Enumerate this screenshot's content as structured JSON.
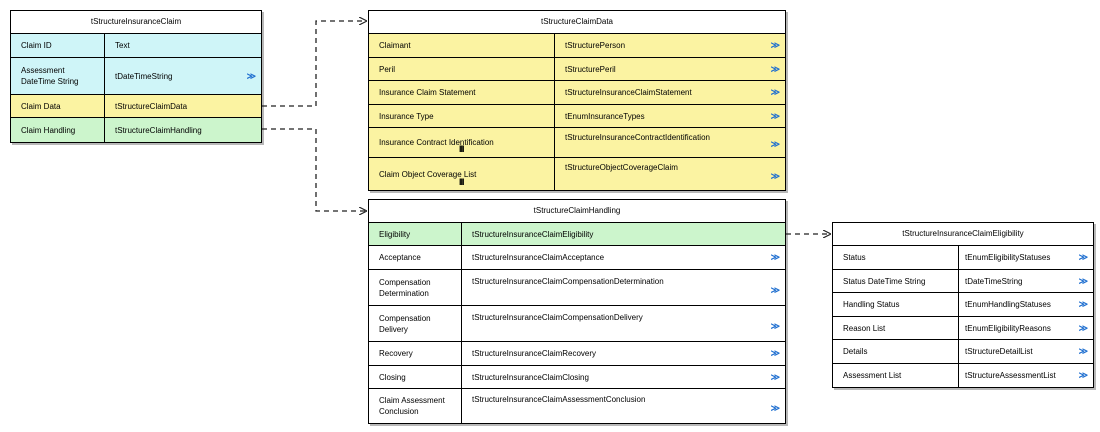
{
  "connector_color": "#222222",
  "colors": {
    "cyan": "#cff5f8",
    "yellow": "#fbf3a2",
    "green": "#ccf5cc",
    "expand": "#1f6fd0"
  },
  "boxes": {
    "insurance_claim": {
      "title": "tStructureInsuranceClaim",
      "rows": [
        {
          "name": "Claim ID",
          "type": "Text",
          "expand": ""
        },
        {
          "name": "Assessment DateTime String",
          "type": "tDateTimeString",
          "expand": "≫"
        },
        {
          "name": "Claim Data",
          "type": "tStructureClaimData",
          "expand": ""
        },
        {
          "name": "Claim Handling",
          "type": "tStructureClaimHandling",
          "expand": ""
        }
      ]
    },
    "claim_data": {
      "title": "tStructureClaimData",
      "rows": [
        {
          "name": "Claimant",
          "type": "tStructurePerson",
          "expand": "≫"
        },
        {
          "name": "Peril",
          "type": "tStructurePeril",
          "expand": "≫"
        },
        {
          "name": "Insurance Claim Statement",
          "type": "tStructureInsuranceClaimStatement",
          "expand": "≫"
        },
        {
          "name": "Insurance Type",
          "type": "tEnumInsuranceTypes",
          "expand": "≫"
        },
        {
          "name": "Insurance Contract Identification",
          "type": "tStructureInsuranceContractIdentification",
          "expand": "≫",
          "multiplicity": "III"
        },
        {
          "name": "Claim Object Coverage List",
          "type": "tStructureObjectCoverageClaim",
          "expand": "≫",
          "multiplicity": "III"
        }
      ]
    },
    "claim_handling": {
      "title": "tStructureClaimHandling",
      "rows": [
        {
          "name": "Eligibility",
          "type": "tStructureInsuranceClaimEligibility",
          "expand": ""
        },
        {
          "name": "Acceptance",
          "type": "tStructureInsuranceClaimAcceptance",
          "expand": "≫"
        },
        {
          "name": "Compensation Determination",
          "type": "tStructureInsuranceClaimCompensationDetermination",
          "expand": "≫"
        },
        {
          "name": "Compensation Delivery",
          "type": "tStructureInsuranceClaimCompensationDelivery",
          "expand": "≫"
        },
        {
          "name": "Recovery",
          "type": "tStructureInsuranceClaimRecovery",
          "expand": "≫"
        },
        {
          "name": "Closing",
          "type": "tStructureInsuranceClaimClosing",
          "expand": "≫"
        },
        {
          "name": "Claim Assessment Conclusion",
          "type": "tStructureInsuranceClaimAssessmentConclusion",
          "expand": "≫"
        }
      ]
    },
    "claim_eligibility": {
      "title": "tStructureInsuranceClaimEligibility",
      "rows": [
        {
          "name": "Status",
          "type": "tEnumEligibilityStatuses",
          "expand": "≫"
        },
        {
          "name": "Status DateTime String",
          "type": "tDateTimeString",
          "expand": "≫"
        },
        {
          "name": "Handling Status",
          "type": "tEnumHandlingStatuses",
          "expand": "≫"
        },
        {
          "name": "Reason List",
          "type": "tEnumEligibilityReasons",
          "expand": "≫"
        },
        {
          "name": "Details",
          "type": "tStructureDetailList",
          "expand": "≫"
        },
        {
          "name": "Assessment List",
          "type": "tStructureAssessmentList",
          "expand": "≫"
        }
      ]
    }
  }
}
